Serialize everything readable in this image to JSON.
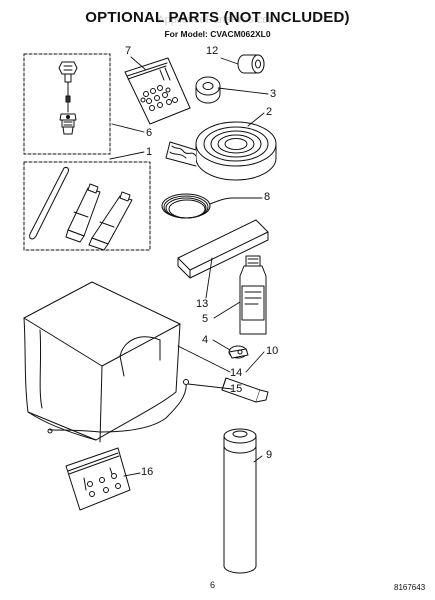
{
  "header": {
    "title": "OPTIONAL PARTS (NOT INCLUDED)",
    "subtitle": "For Model: CVACM062XL0",
    "watermark": "AppliancePartsPros.com"
  },
  "callouts": {
    "c1": "1",
    "c2": "2",
    "c3": "3",
    "c4": "4",
    "c5": "5",
    "c6": "6",
    "c7": "7",
    "c8": "8",
    "c9": "9",
    "c10": "10",
    "c12": "12",
    "c13": "13",
    "c14": "14",
    "c15": "15",
    "c16": "16"
  },
  "footer": {
    "page_number": "6",
    "document_number": "8167643"
  }
}
